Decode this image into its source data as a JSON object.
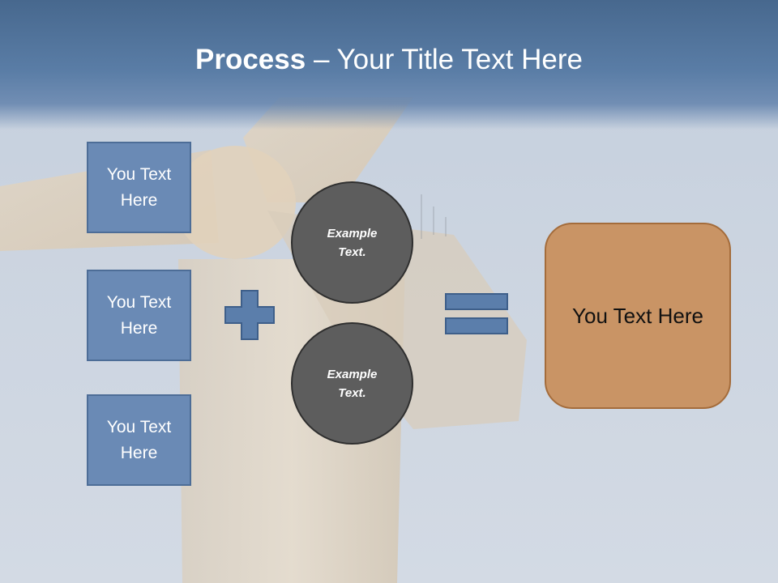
{
  "slide": {
    "title_bold": "Process",
    "title_rest": " – Your Title Text Here"
  },
  "left_boxes": [
    {
      "label": "You Text Here"
    },
    {
      "label": "You Text Here"
    },
    {
      "label": "You Text Here"
    }
  ],
  "circles": [
    {
      "label": "Example Text."
    },
    {
      "label": "Example Text."
    }
  ],
  "result": {
    "label": "You Text Here"
  },
  "colors": {
    "title_band": "#5a7da6",
    "text_box_fill": "#6a8ab5",
    "circle_fill": "#5d5d5d",
    "result_fill": "#c99465",
    "operator_fill": "#5b7eab"
  }
}
